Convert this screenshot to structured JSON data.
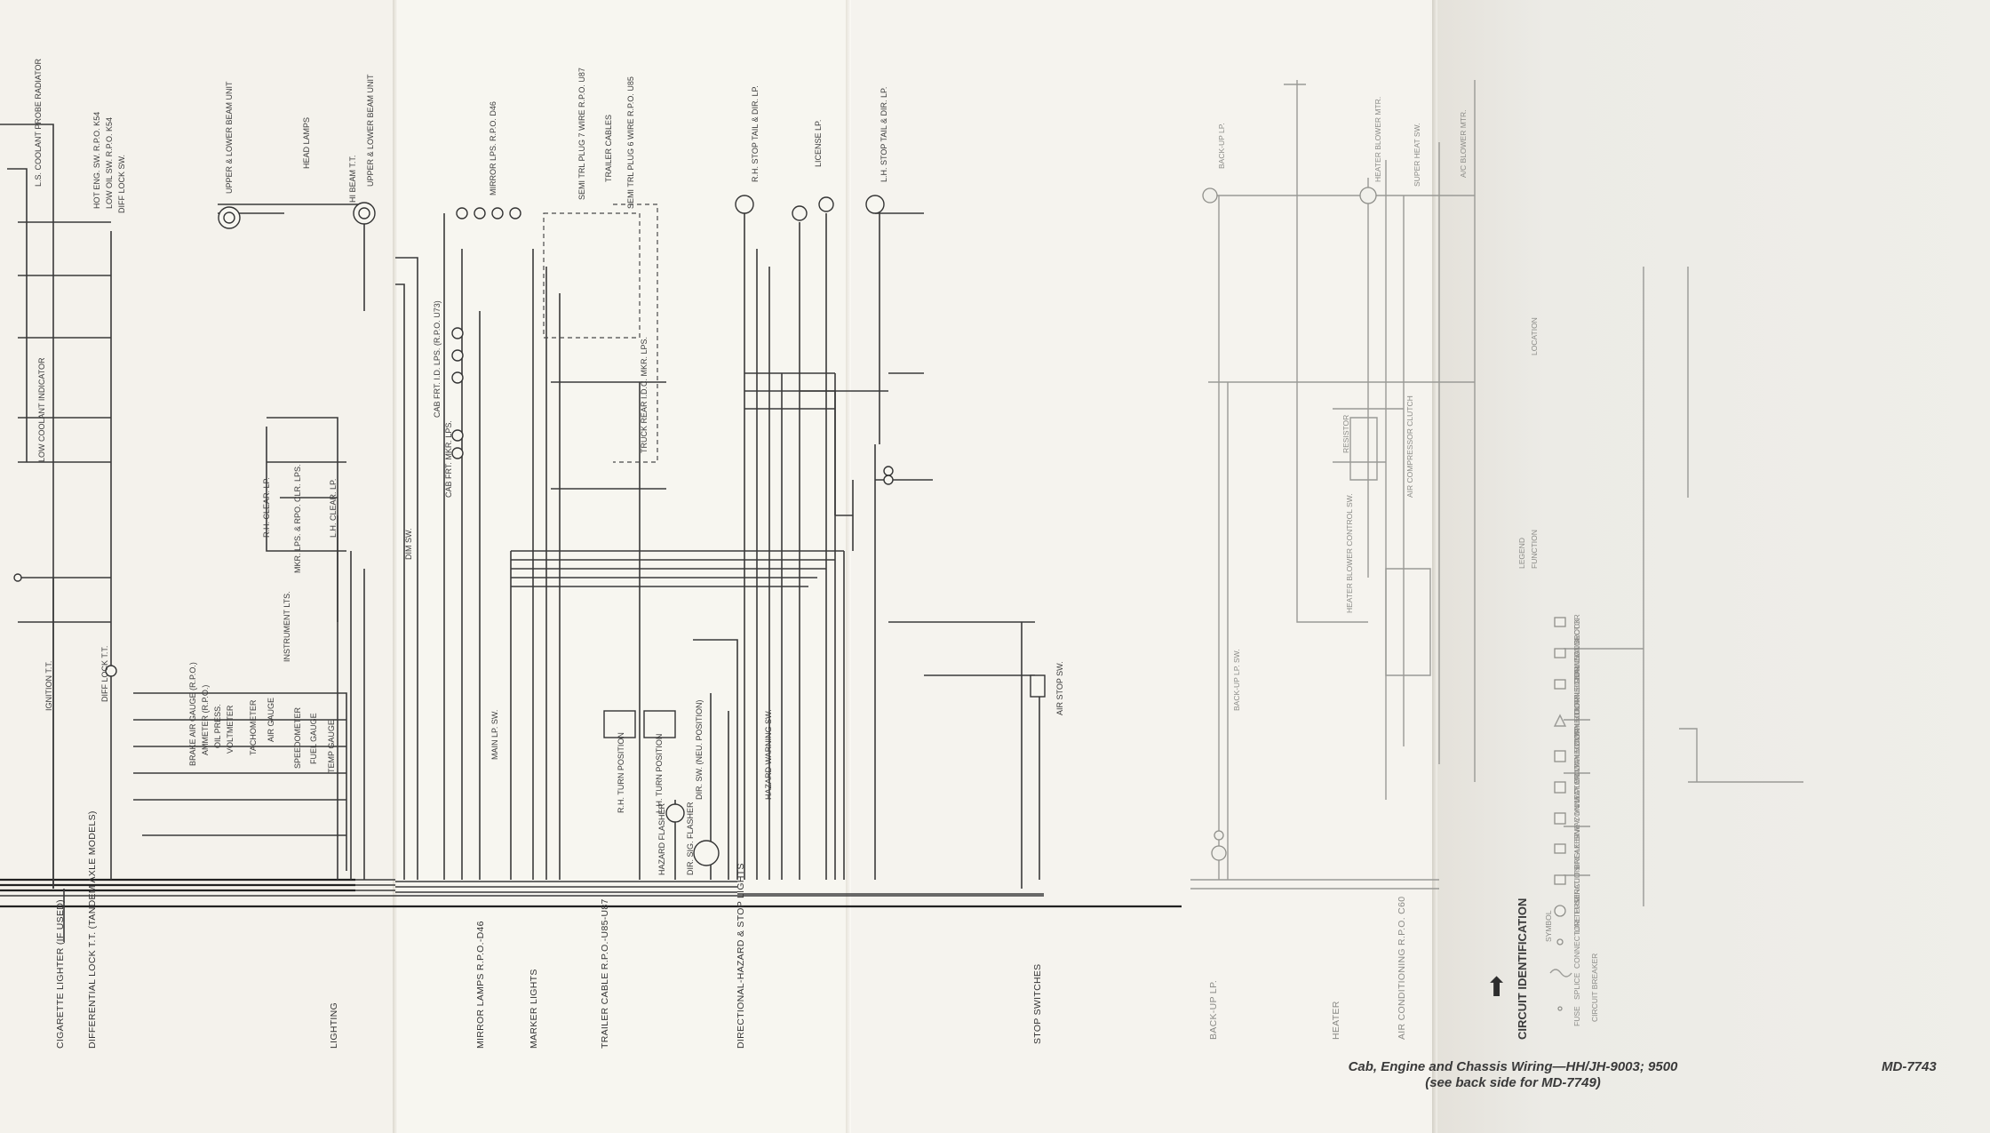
{
  "drawing": {
    "title": "Cab, Engine and Chassis Wiring—HH/JH-9003; 9500",
    "subtitle": "(see back side for MD-7749)",
    "number": "MD-7743"
  },
  "sections": [
    "CIGARETTE LIGHTER (IF USED)",
    "DIFFERENTIAL LOCK T.T. (TANDEM AXLE MODELS)",
    "LIGHTING",
    "MIRROR LAMPS R.P.O.-D46",
    "MARKER LIGHTS",
    "TRAILER CABLE R.P.O.-U85-U87",
    "DIRECTIONAL-HAZARD & STOP LIGHTS",
    "STOP SWITCHES",
    "BACK-UP LP.",
    "HEATER",
    "AIR CONDITIONING R.P.O. C60",
    "CIRCUIT IDENTIFICATION"
  ],
  "labels": {
    "upper_lower_beam_1": "UPPER & LOWER BEAM UNIT",
    "head_lamps": "HEAD LAMPS",
    "upper_lower_beam_2": "UPPER & LOWER BEAM UNIT",
    "hi_beam_tt": "HI BEAM T.T.",
    "coolant_probe": "L.S. COOLANT PROBE RADIATOR",
    "hot_eng_sw": "HOT ENG. SW. R.P.O. K54",
    "low_oil_sw": "LOW OIL SW. R.P.O. K54",
    "diff_lock_sw": "DIFF LOCK SW.",
    "ign_tt": "IGNITION T.T.",
    "diff_lock_tt": "DIFF LOCK T.T.",
    "low_coolant": "LOW COOLANT INDICATOR",
    "instrument_lts": "INSTRUMENT LTS.",
    "brake_air_gauge": "BRAKE AIR GAUGE (R.P.O.)",
    "ammeter": "AMMETER (R.P.O.)",
    "oil_press": "OIL PRESS.",
    "voltmeter": "VOLTMETER",
    "tachometer": "TACHOMETER",
    "air_gauge": "AIR GAUGE",
    "speedometer": "SPEEDOMETER",
    "fuel_gauge": "FUEL GAUGE",
    "temp_gauge": "TEMP GAUGE",
    "rh_clearance": "R.H. CLEAR. LP.",
    "lh_clearance": "L.H. CLEAR. LP.",
    "marker_lps": "MKR. LPS. & RPO. CLR. LPS.",
    "dimmer_sw": "DIM SW.",
    "main_lp_sw": "MAIN LP. SW.",
    "cab_frt_mkr": "CAB FRT. MKR. LPS.",
    "cab_frt_id": "CAB FRT. I.D. LPS. (R.P.O. U73)",
    "mirror_lps": "MIRROR LPS. R.P.O. D46",
    "semi_trl_plug": "SEMI TRL PLUG 7 WIRE R.P.O. U87",
    "trailer_cables": "TRAILER CABLES",
    "semi_trl_plug_2": "SEMI TRL PLUG 6 WIRE R.P.O. U85",
    "truck_rear": "TRUCK REAR I.D.C. MKR. LPS.",
    "rh_turn": "R.H. TURN POSITION",
    "lh_turn": "L.H. TURN POSITION",
    "dir_sw": "DIR. SW. (NEU. POSITION)",
    "hazard_flasher": "HAZARD FLASHER",
    "dir_flasher": "DIR. SIG. FLASHER",
    "hazard_warning_sw": "HAZARD WARNING SW.",
    "rh_stop_tail": "R.H. STOP TAIL & DIR. LP.",
    "license_lp": "LICENSE LP.",
    "lh_stop_tail": "L.H. STOP TAIL & DIR. LP.",
    "air_stop_sw": "AIR STOP SW.",
    "back_up_lp": "BACK-UP LP.",
    "back_up_sw": "BACK-UP LP. SW.",
    "heater_blower_mtr": "HEATER BLOWER MTR.",
    "heater_blower_sw": "HEATER BLOWER CONTROL SW.",
    "resistor": "RESISTOR",
    "super_heat_sw": "SUPER HEAT SW.",
    "ac_compressor": "AIR COMPRESSOR CLUTCH",
    "ac_blower": "A/C BLOWER MTR.",
    "location": "LOCATION",
    "legend": "LEGEND",
    "function": "FUNCTION"
  },
  "legend_entries": [
    "SYMBOL",
    "TERMINAL BLOCK",
    "TURN SIGNAL CONNECTOR",
    "2 WAY MULTIPLE CONNECTOR",
    "3 WAY MULTIPLE CONNECTOR",
    "4 WAY MULTIPLE CONNECTOR",
    "5 WAY MULTIPLE CONNECTOR",
    "SINGLE LINE CONNECTOR",
    "CIRCUIT BREAKER",
    "LINE FUSE",
    "CONNECTOR TERMINATION",
    "SPLICE",
    "FUSE",
    "CIRCUIT BREAKER"
  ]
}
